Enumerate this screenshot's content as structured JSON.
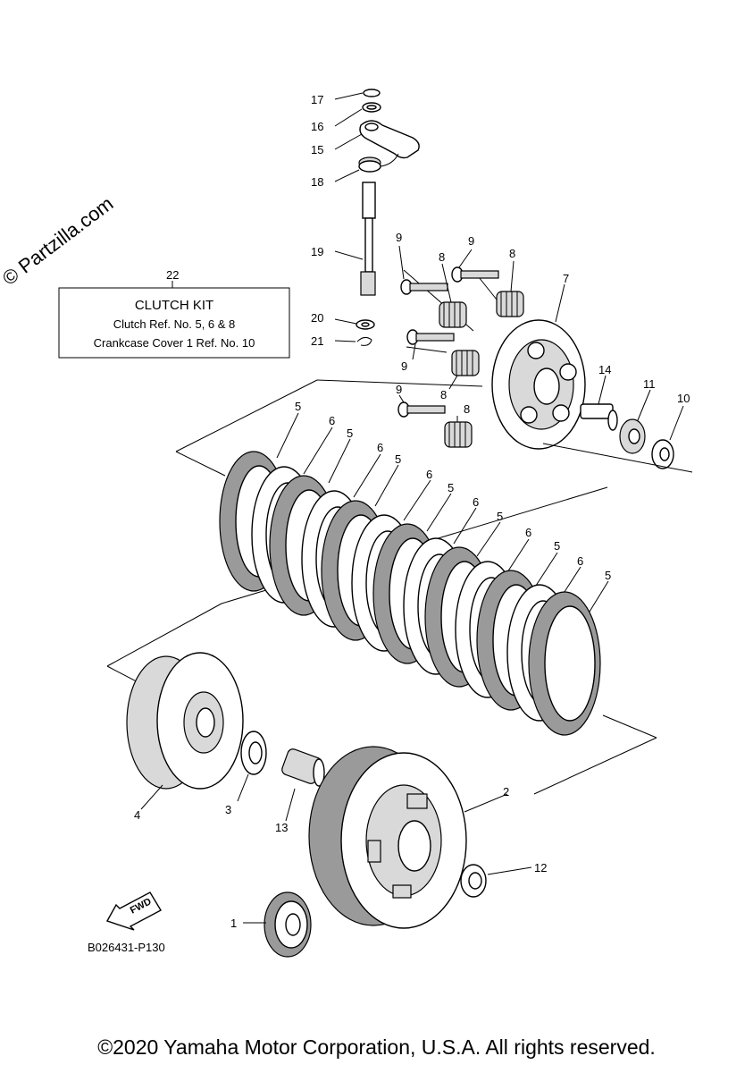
{
  "watermark": "© Partzilla.com",
  "kit": {
    "number": "22",
    "title": "CLUTCH KIT",
    "line1": "Clutch Ref. No. 5, 6 & 8",
    "line2": "Crankcase Cover 1 Ref. No. 10"
  },
  "callouts": {
    "c17": "17",
    "c16": "16",
    "c15": "15",
    "c18": "18",
    "c19": "19",
    "c20": "20",
    "c21": "21",
    "c9a": "9",
    "c9b": "9",
    "c9c": "9",
    "c9d": "9",
    "c8a": "8",
    "c8b": "8",
    "c8c": "8",
    "c8d": "8",
    "c7": "7",
    "c14": "14",
    "c11": "11",
    "c10": "10",
    "c5a": "5",
    "c6a": "6",
    "c5b": "5",
    "c6b": "6",
    "c5c": "5",
    "c6c": "6",
    "c5d": "5",
    "c6d": "6",
    "c5e": "5",
    "c6e": "6",
    "c5f": "5",
    "c6f": "6",
    "c5g": "5",
    "c4": "4",
    "c3": "3",
    "c13": "13",
    "c2": "2",
    "c12": "12",
    "c1": "1"
  },
  "fwd_label": "FWD",
  "diagram_code": "B026431-P130",
  "copyright": "©2020 Yamaha Motor Corporation, U.S.A. All rights reserved."
}
